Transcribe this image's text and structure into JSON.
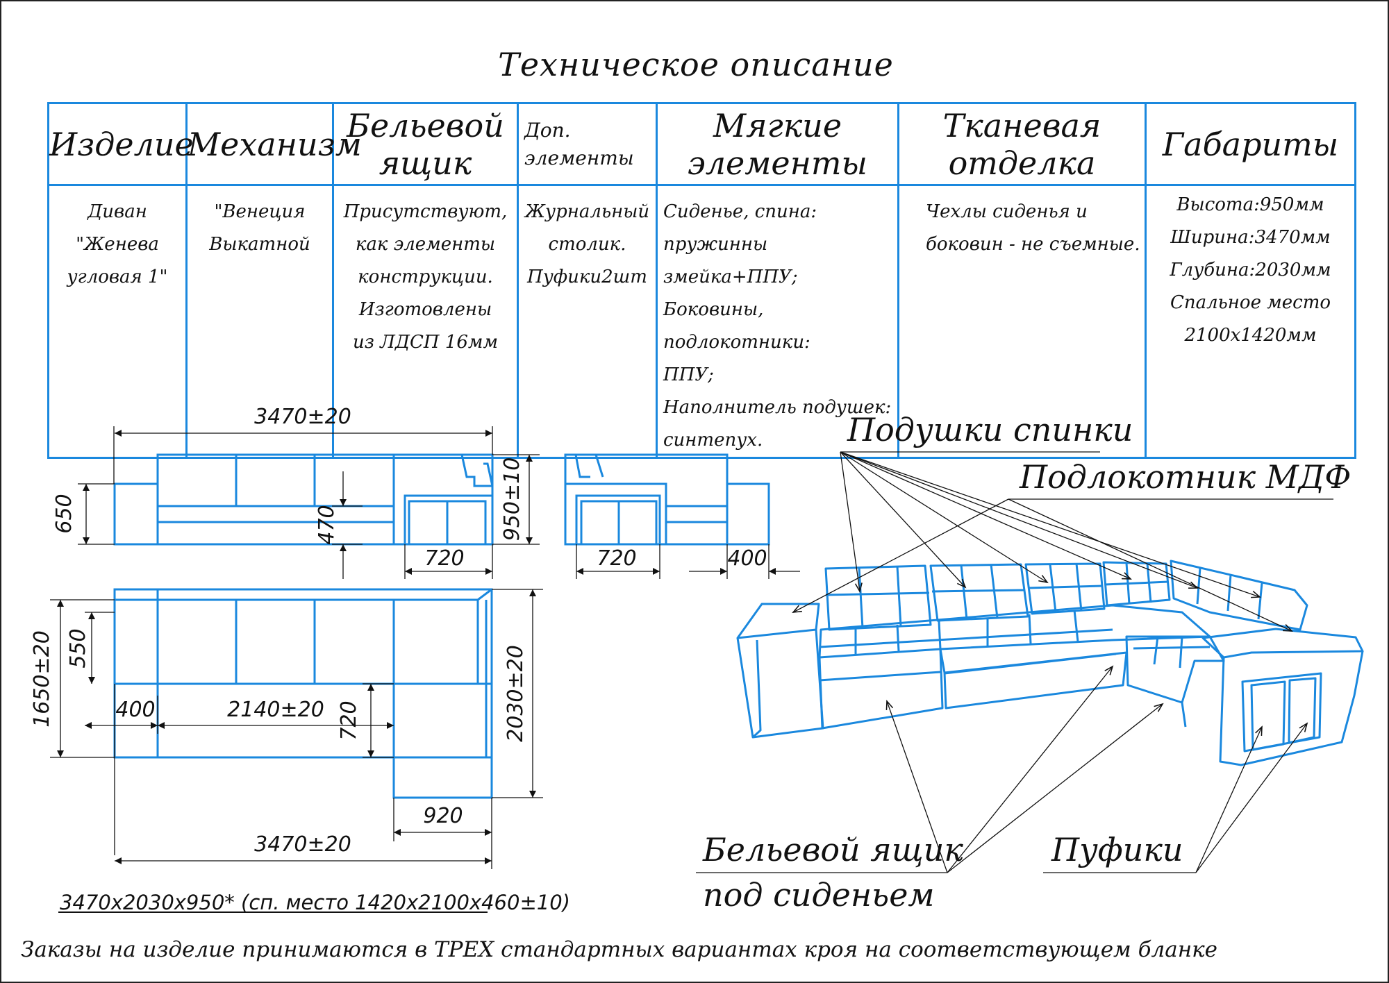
{
  "title": "Техническое описание",
  "table": {
    "headers": [
      "Изделие",
      "Механизм",
      "Бельевой\nящик",
      "Доп.\nэлементы",
      "Мягкие\nэлементы",
      "Тканевая\nотделка",
      "Габариты"
    ],
    "cells": [
      "Диван\n\"Женева\nугловая 1\"",
      "\"Венеция\nВыкатной",
      "Присутствуют,\nкак элементы\nконструкции.\nИзготовлены\nиз ЛДСП 16мм",
      "Журнальный\nстолик.\nПуфики2шт",
      "Сиденье, спина:\nпружинны змейка+ППУ;\nБоковины, подлокотники:\nППУ;\nНаполнитель подушек:\nсинтепух.",
      "Чехлы сиденья и\nбоковин - не съемные.",
      "Высота:950мм\nШирина:3470мм\nГлубина:2030мм\nСпальное место\n2100х1420мм"
    ]
  },
  "dimensions": {
    "front_width": "3470±20",
    "back_height": "650",
    "seat_height": "470",
    "total_height": "950±10",
    "box_width_front": "720",
    "box_width_side": "720",
    "pouf_width": "400",
    "plan_left_depth": "1650±20",
    "plan_back_depth": "550",
    "plan_armrest": "400",
    "plan_seat": "2140±20",
    "plan_chaise_box": "720",
    "plan_total_depth": "2030±20",
    "plan_chaise_width": "920",
    "plan_total_width": "3470±20",
    "summary": "3470х2030х950* (сп. место 1420х2100х460±10)"
  },
  "callouts": {
    "back_cushions": "Подушки спинки",
    "armrest": "Подлокотник МДФ",
    "storage_box_line1": "Бельевой ящик",
    "storage_box_line2": "под сиденьем",
    "poufs": "Пуфики"
  },
  "footer": "Заказы на изделие принимаются в ТРЕХ стандартных вариантах кроя на соответствующем бланке",
  "colors": {
    "outline": "#1a88de",
    "dimension": "#111111"
  }
}
